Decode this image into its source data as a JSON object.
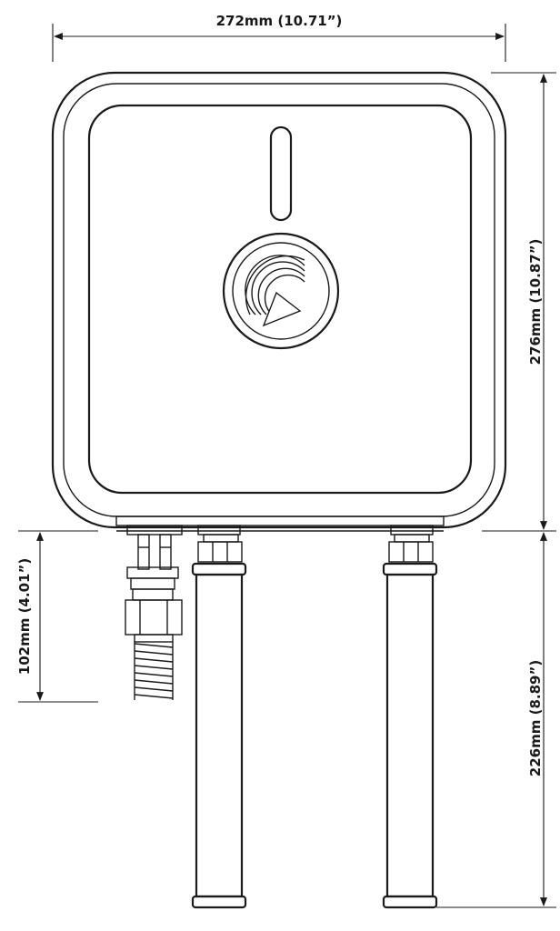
{
  "dimensions": {
    "width_label": "272mm (10.71”)",
    "height_label": "276mm (10.87”)",
    "cable_label": "102mm (4.01”)",
    "pipe_label": "226mm (8.89”)"
  },
  "icons": {
    "status_light": "status-light-slot",
    "logo": "signal-wave-logo-icon"
  },
  "colors": {
    "line": "#1a1a1a",
    "background": "#ffffff"
  }
}
